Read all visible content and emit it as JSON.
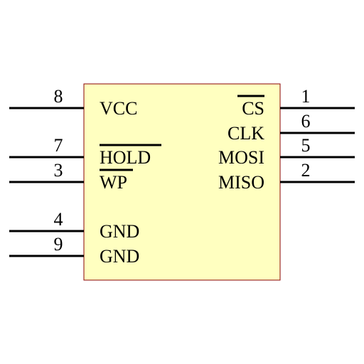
{
  "component": {
    "colors": {
      "body_fill": "#ffffc0",
      "body_stroke": "#8b0000",
      "line": "#000000"
    },
    "left_pins": [
      {
        "id": "vcc",
        "number": "8",
        "name": "VCC",
        "active_low": false
      },
      {
        "id": "hold",
        "number": "7",
        "name": "HOLD",
        "active_low": true
      },
      {
        "id": "wp",
        "number": "3",
        "name": "WP",
        "active_low": true
      },
      {
        "id": "gnd-a",
        "number": "4",
        "name": "GND",
        "active_low": false
      },
      {
        "id": "gnd-b",
        "number": "9",
        "name": "GND",
        "active_low": false
      }
    ],
    "right_pins": [
      {
        "id": "cs",
        "number": "1",
        "name": "CS",
        "active_low": true
      },
      {
        "id": "clk",
        "number": "6",
        "name": "CLK",
        "active_low": false
      },
      {
        "id": "mosi",
        "number": "5",
        "name": "MOSI",
        "active_low": false
      },
      {
        "id": "miso",
        "number": "2",
        "name": "MISO",
        "active_low": false
      }
    ]
  }
}
